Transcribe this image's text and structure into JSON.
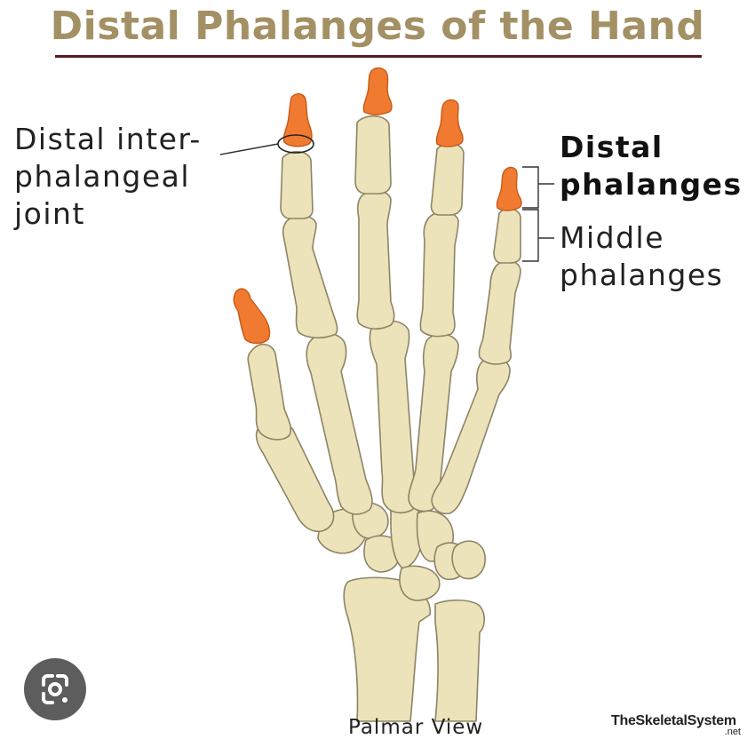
{
  "title": "Distal Phalanges of the Hand",
  "labels": {
    "joint": [
      "Distal inter-",
      "phalangeal",
      "joint"
    ],
    "distal": [
      "Distal",
      "phalanges"
    ],
    "middle": [
      "Middle",
      "phalanges"
    ]
  },
  "caption": "Palmar View",
  "brand": {
    "name": "TheSkeletalSystem",
    "suffix": ".net"
  },
  "colors": {
    "title": "#a39064",
    "rule": "#5a1a24",
    "bone": "#ede3ba",
    "bone_outline": "#8d8466",
    "highlight": "#f07a30"
  },
  "icons": {
    "lens": "google-lens-icon"
  }
}
